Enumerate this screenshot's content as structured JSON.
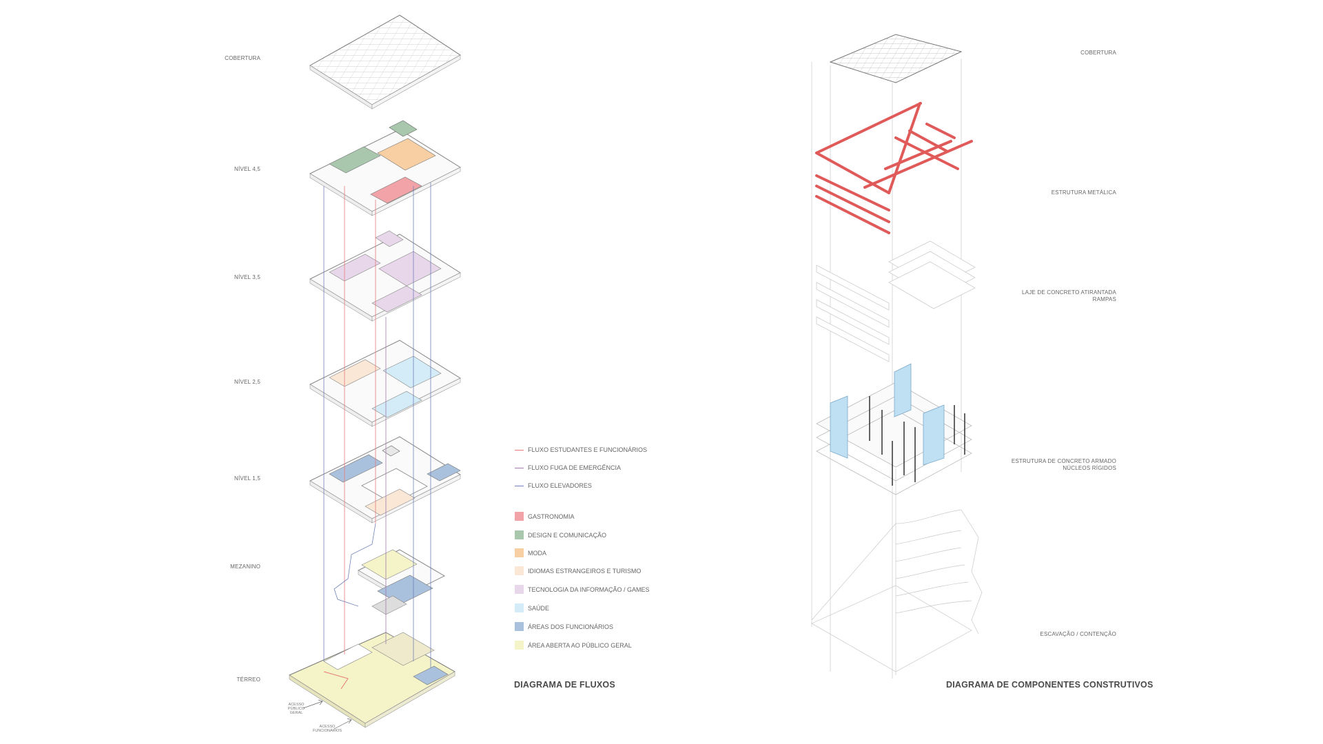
{
  "left_diagram": {
    "title": "DIAGRAMA DE FLUXOS",
    "levels": {
      "cobertura": "COBERTURA",
      "nivel45": "NÍVEL 4,5",
      "nivel35": "NÍVEL 3,5",
      "nivel25": "NÍVEL 2,5",
      "nivel15": "NÍVEL 1,5",
      "mezanino": "MEZANINO",
      "terreo": "TÉRREO"
    },
    "access": {
      "publico": "ACESSO PÚBLICO GERAL",
      "funcionarios": "ACESSO FUNCIONÁRIOS"
    }
  },
  "legend": {
    "flows": [
      {
        "label": "FLUXO ESTUDANTES E FUNCIONÁRIOS",
        "color": "#e77a7a"
      },
      {
        "label": "FLUXO FUGA DE EMERGÊNCIA",
        "color": "#a07ab0"
      },
      {
        "label": "FLUXO ELEVADORES",
        "color": "#7080b8"
      }
    ],
    "areas": [
      {
        "label": "GASTRONOMIA",
        "color": "#f2a3a8"
      },
      {
        "label": "DESIGN E COMUNICAÇÃO",
        "color": "#a9c7ad"
      },
      {
        "label": "MODA",
        "color": "#f8cfa2"
      },
      {
        "label": "IDIOMAS ESTRANGEIROS E TURISMO",
        "color": "#fbe7d6"
      },
      {
        "label": "TECNOLOGIA DA INFORMAÇÃO / GAMES",
        "color": "#e8d7ea"
      },
      {
        "label": "SAÚDE",
        "color": "#d3ecf7"
      },
      {
        "label": "ÁREAS DOS FUNCIONÁRIOS",
        "color": "#a9c1dc"
      },
      {
        "label": "ÁREA ABERTA AO PÚBLICO GERAL",
        "color": "#f5f3c8"
      }
    ]
  },
  "right_diagram": {
    "title": "DIAGRAMA DE COMPONENTES CONSTRUTIVOS",
    "components": {
      "cobertura": "COBERTURA",
      "estrutura_metalica": "ESTRUTURA METÁLICA",
      "laje_line1": "LAJE DE CONCRETO ATIRANTADA",
      "laje_line2": "RAMPAS",
      "concreto_line1": "ESTRUTURA DE CONCRETO ARMADO",
      "concreto_line2": "NÚCLEOS RÍGIDOS",
      "escavacao": "ESCAVAÇÃO / CONTENÇÃO"
    }
  },
  "colors": {
    "red_structure": "#e05a5a",
    "blue_core": "#bfe0f2",
    "line_grey": "#c8c8c8"
  }
}
